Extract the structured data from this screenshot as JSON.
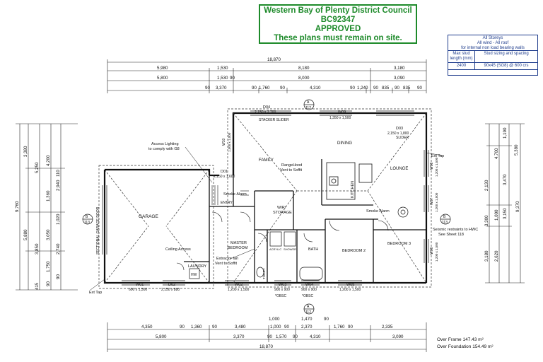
{
  "stamp": {
    "line1": "Western Bay of Plenty District Council",
    "line2": "BC92347",
    "line3": "APPROVED",
    "line4": "These plans must remain on site."
  },
  "stud_table": {
    "header1": "All Storeys",
    "header2": "All wind - All roof",
    "header3": "for internal non load bearing walls",
    "col1_head": "Max stud length (mm)",
    "col2_head": "Stud sizing and spacing",
    "col1_val": "2400",
    "col2_val": "90x45 (SG8) @ 600 crs"
  },
  "rooms": {
    "garage": "GARAGE",
    "family": "FAMILY",
    "dining": "DINING",
    "kitchen": "KITCHEN",
    "lounge": "LOUNGE",
    "wir": "WIR/",
    "storage": "STORAGE",
    "master1": "MASTER",
    "master2": "BEDROOM",
    "laundry": "LAUNDRY",
    "bath": "BATH",
    "bedroom2": "BEDROOM 2",
    "bedroom3": "BEDROOM 3",
    "entry": "ENTRY",
    "toilet": "TOILET"
  },
  "notes": {
    "access_lighting1": "Access Lighting",
    "access_lighting2": "to comply with G8",
    "smoke_alarm1": "Smoke Alarm",
    "smoke_alarm2": "Smoke Alarm",
    "rangehood1": "RangeHood",
    "rangehood2": "Vent to Soffit",
    "ceiling_access": "Ceiling Access",
    "extractor1": "Extractor fan",
    "extractor2": "Vent to Soffit",
    "seismic1": "Seismic restraints to HWC",
    "seismic2": "See Sheet 118",
    "ext_tap_left": "Ext Tap",
    "ext_tap_right": "Ext Tap",
    "sectional": "SECTIONAL GARAGE DOOR",
    "acrylic1": "ACRYLIC",
    "shower": "SHOWER",
    "stacker": "STACKER SLIDER",
    "slider": "SLIDER",
    "obsc1": "*OBSC",
    "obsc2": "*OBSC",
    "hw": "HW"
  },
  "windows": {
    "d04": "D04",
    "d04_size": "2,150 x 2,700",
    "w09": "W09",
    "w09_size": "1,350 x 1,500",
    "d03": "D03",
    "d03_size": "2,150 x 1,800",
    "w10": "W10",
    "w10_size": "1,500 x 1,000",
    "d01": "D01",
    "d01_size": "2,150 x 1,600",
    "w01": "W01",
    "w01_size": "600 x 1,500",
    "d02": "D02",
    "d02_size": "2,150 x 880",
    "w02": "W02",
    "w02_size": "1,200 x 1,500",
    "w03": "W03",
    "w03_size": "900 x 900",
    "w04": "W04",
    "w04_size": "900 x 900",
    "w05": "W05",
    "w05_size": "1,200 x 1,500",
    "w06": "W06",
    "w06_size": "1,200 x 1,500",
    "w07": "W07",
    "w07_size": "1,200 x 1,500",
    "w08": "W08",
    "w08_size": "1,200 x 1,500"
  },
  "section_marks": {
    "top_letter": "A",
    "top_num": "112",
    "bottom_letter": "A",
    "bottom_num": "112",
    "left_letter": "B",
    "left_num": "113",
    "right_letter": "B",
    "right_num": "113"
  },
  "dims_top": {
    "overall": "18,870",
    "row2": [
      "5,980",
      "1,530",
      "8,180",
      "3,180"
    ],
    "row3": [
      "5,800",
      "1,530",
      "90",
      "8,000",
      "3,090"
    ],
    "row4": [
      "90",
      "3,370",
      "90",
      "1,760",
      "90",
      "4,310",
      "90",
      "1,240",
      "90",
      "835",
      "90",
      "835",
      "90"
    ]
  },
  "dims_bottom": {
    "overall": "18,870",
    "row1": [
      "4,350",
      "90",
      "1,360",
      "90",
      "3,480",
      "1,000",
      "90",
      "2,370",
      "1,760",
      "90",
      "2,335"
    ],
    "row2": [
      "5,800",
      "3,370",
      "90",
      "1,570",
      "90",
      "4,310",
      "3,090"
    ],
    "row3": [
      "1,000",
      "1,470",
      "90"
    ]
  },
  "dims_left": {
    "overall": "9,760",
    "col1": [
      "3,380",
      "5,880"
    ],
    "col2": [
      "5,250",
      "3,850",
      "415"
    ],
    "col3": [
      "4,200",
      "1,360",
      "3,050",
      "1,750",
      "90"
    ],
    "col4": [
      "2,940",
      "1,020",
      "2,740",
      "90",
      "110"
    ]
  },
  "dims_right": {
    "overall": "9,370",
    "col1": [
      "1,190",
      "3,470",
      "3,150",
      "3,180"
    ],
    "col2": [
      "4,700",
      "1,000",
      "2,620"
    ],
    "col3": [
      "2,130",
      "5,380",
      "3,300"
    ]
  },
  "areas": {
    "frame": "Over Frame 147.43 m²",
    "foundation": "Over Foundation 154.49 m²"
  }
}
